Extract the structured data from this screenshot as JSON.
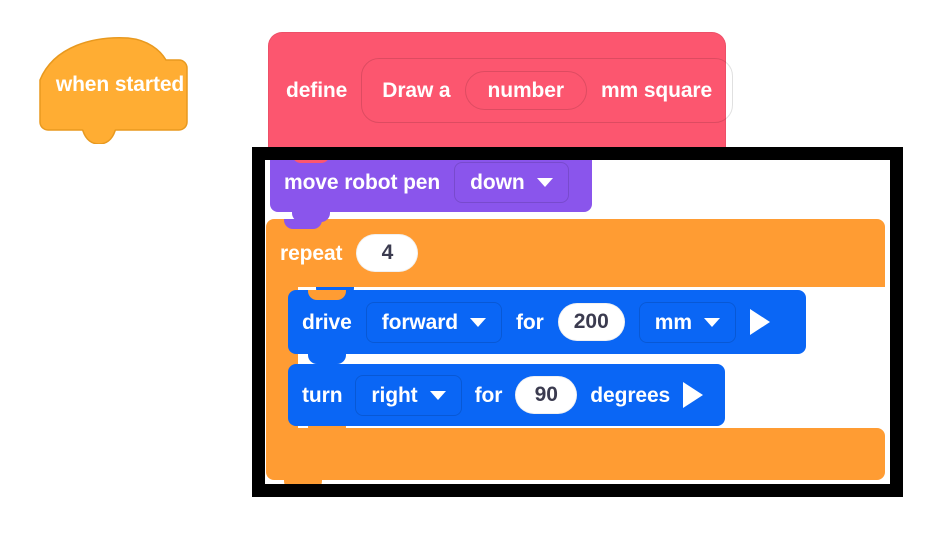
{
  "palette": {
    "event_yellow": "#FFAD33",
    "define_pink": "#FC566F",
    "pen_purple": "#8A55EC",
    "control_orange": "#FF9C33",
    "motion_blue": "#0A66F5",
    "oval_white": "#FFFFFF",
    "oval_text": "#3B3B4F",
    "frame_black": "#000000",
    "canvas_white": "#FFFFFF"
  },
  "hat_block": {
    "label": "when started",
    "icon": "hat-block-shape"
  },
  "define_block": {
    "keyword": "define",
    "prototype": {
      "prefix": "Draw a",
      "parameter": "number",
      "suffix": "mm square"
    }
  },
  "pen_block": {
    "label": "move robot pen",
    "dropdown": {
      "value": "down",
      "caret": "chevron-down-icon"
    }
  },
  "repeat_block": {
    "label": "repeat",
    "count": "4",
    "loop_icon": "loop-arrow-icon"
  },
  "drive_block": {
    "verb": "drive",
    "direction": {
      "value": "forward",
      "caret": "chevron-down-icon"
    },
    "connector": "for",
    "distance": "200",
    "units": {
      "value": "mm",
      "caret": "chevron-down-icon"
    },
    "run_icon": "play-triangle-icon"
  },
  "turn_block": {
    "verb": "turn",
    "direction": {
      "value": "right",
      "caret": "chevron-down-icon"
    },
    "connector": "for",
    "angle": "90",
    "units_label": "degrees",
    "run_icon": "play-triangle-icon"
  },
  "highlight_frame": {
    "name": "black-highlight-rectangle"
  }
}
